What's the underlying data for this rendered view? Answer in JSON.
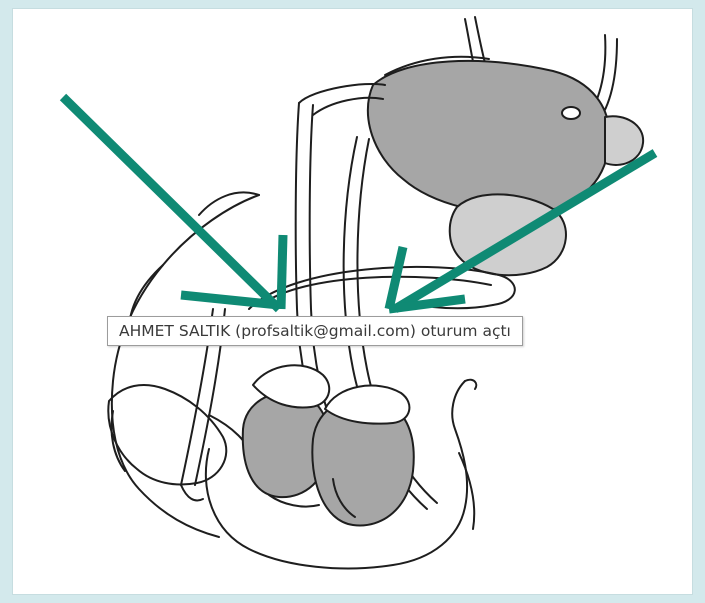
{
  "notification": {
    "login_message": "AHMET SALTIK (profsaltik@gmail.com) oturum açtı"
  },
  "colors": {
    "background": "#d3e9ec",
    "canvas": "#ffffff",
    "arrow": "#0f8a74",
    "organ_dark": "#a6a6a6",
    "organ_light": "#cfcfcf",
    "outline": "#1e1e1e"
  },
  "icons": [
    "anatomical-illustration",
    "arrow-left",
    "arrow-center",
    "arrow-right"
  ]
}
